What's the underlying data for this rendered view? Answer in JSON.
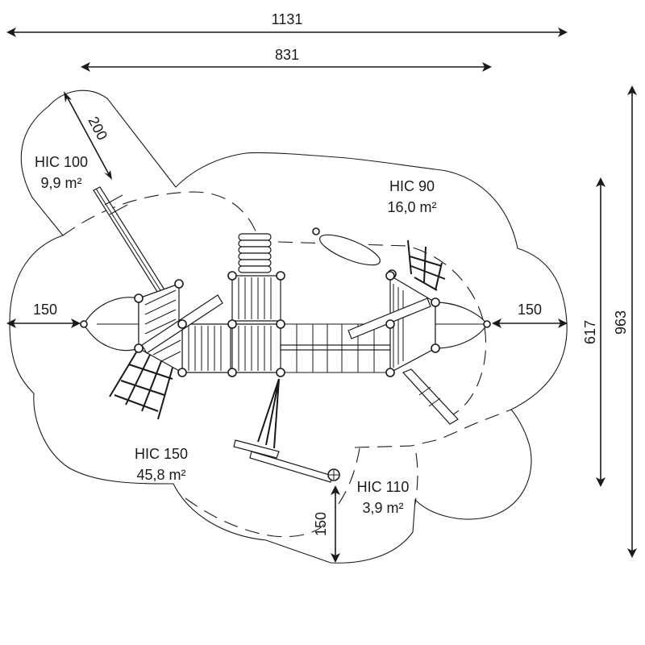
{
  "title": "Playground equipment safety zone plan",
  "units": "cm",
  "colors": {
    "line": "#1a1a1a",
    "background": "#ffffff"
  },
  "dimensions": {
    "overall_width": "1131",
    "structure_width": "831",
    "overall_depth": "963",
    "structure_depth": "617",
    "left_clearance": "150",
    "right_clearance": "150",
    "bottom_clearance": "150",
    "slide_runout": "200"
  },
  "zones": [
    {
      "hic": "HIC 100",
      "area": "9,9 m²"
    },
    {
      "hic": "HIC 90",
      "area": "16,0 m²"
    },
    {
      "hic": "HIC 150",
      "area": "45,8 m²"
    },
    {
      "hic": "HIC 110",
      "area": "3,9 m²"
    }
  ],
  "components": [
    "slide-left",
    "ship-bow-left",
    "climbing-net-left",
    "spiral-ladder",
    "deck-platform-upper",
    "deck-platform-lower-left",
    "deck-platform-lower-center",
    "rope-bridge",
    "boat-swing",
    "climbing-net-right",
    "ship-bow-right",
    "slide-right",
    "rope-climber",
    "balance-log",
    "steering-wheel"
  ]
}
